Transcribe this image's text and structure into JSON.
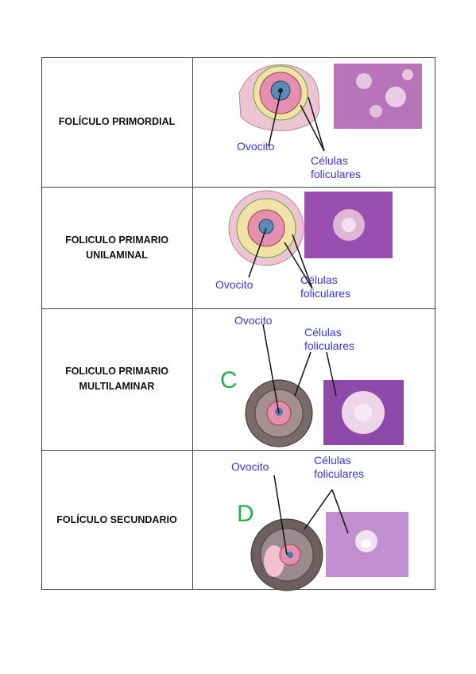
{
  "rows": [
    {
      "title": "FOLÍCULO PRIMORDIAL",
      "oocyte_label": "Ovocito",
      "cells_label_1": "Células",
      "cells_label_2": "foliculares",
      "letter": ""
    },
    {
      "title_1": "FOLICULO PRIMARIO",
      "title_2": "UNILAMINAL",
      "oocyte_label": "Ovocito",
      "cells_label_1": "Células",
      "cells_label_2": "foliculares",
      "letter": ""
    },
    {
      "title_1": "FOLICULO PRIMARIO",
      "title_2": "MULTILAMINAR",
      "oocyte_label": "Ovocito",
      "cells_label_1": "Células",
      "cells_label_2": "foliculares",
      "letter": "C"
    },
    {
      "title": "FOLÍCULO SECUNDARIO",
      "oocyte_label": "Ovocito",
      "cells_label_1": "Células",
      "cells_label_2": "foliculares",
      "letter": "D"
    }
  ],
  "colors": {
    "label_blue": "#3a36c9",
    "letter_green": "#27b04a",
    "tissue_pink": "#e9b6cf",
    "stain_purple": "#a14fb5"
  }
}
